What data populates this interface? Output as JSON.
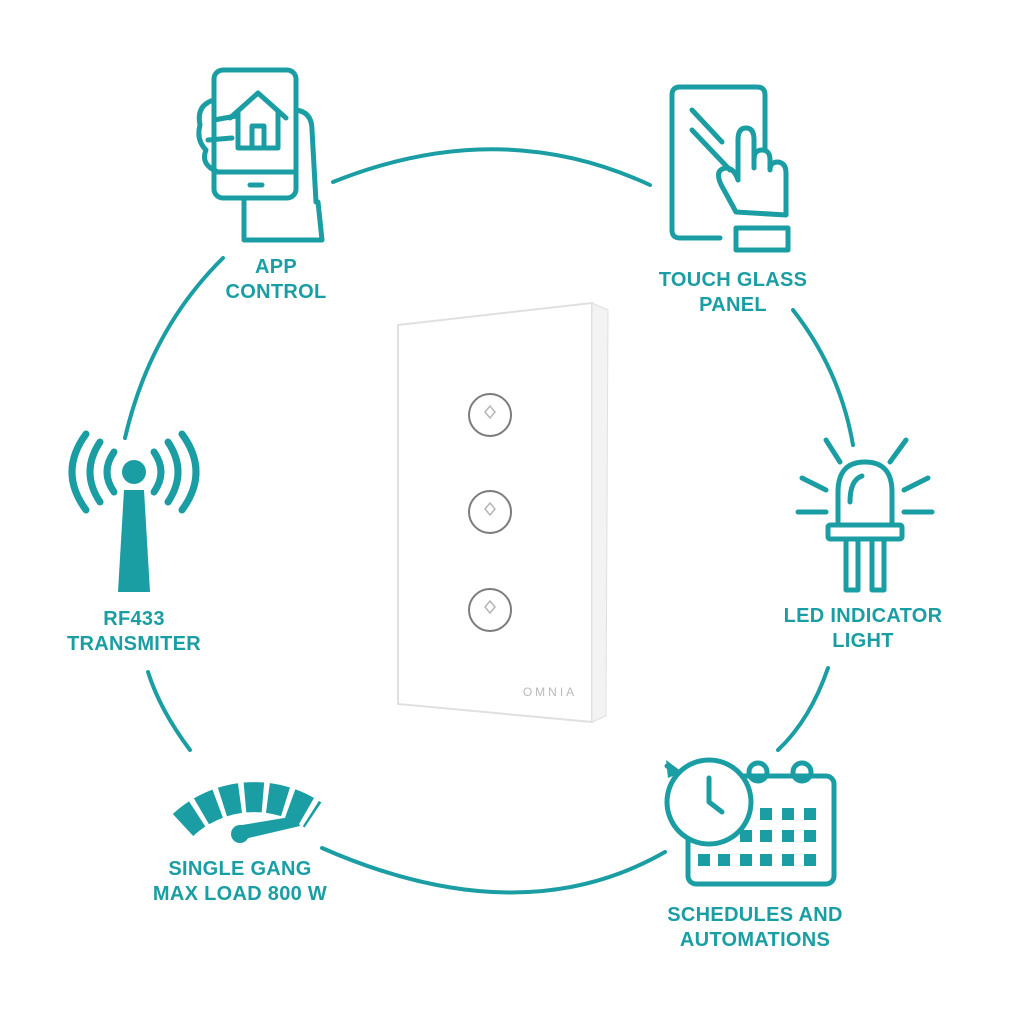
{
  "colors": {
    "accent": "#1a9ea3",
    "panel": "#ffffff",
    "panel_edge": "#e2e2e2"
  },
  "features": {
    "app_control": {
      "line1": "APP",
      "line2": "CONTROL",
      "icon": "smartphone-home-icon"
    },
    "touch_glass": {
      "line1": "TOUCH GLASS",
      "line2": "PANEL",
      "icon": "touch-glass-icon"
    },
    "led_indicator": {
      "line1": "LED INDICATOR",
      "line2": "LIGHT",
      "icon": "led-bulb-icon"
    },
    "rf433": {
      "line1": "RF433",
      "line2": "TRANSMITER",
      "icon": "antenna-signal-icon"
    },
    "single_gang": {
      "line1": "SINGLE GANG",
      "line2": "MAX LOAD 800 W",
      "icon": "speedometer-icon"
    },
    "schedules": {
      "line1": "SCHEDULES AND",
      "line2": "AUTOMATIONS",
      "icon": "clock-calendar-icon"
    }
  },
  "product": {
    "brand": "OMNIA",
    "button_count": 3
  }
}
